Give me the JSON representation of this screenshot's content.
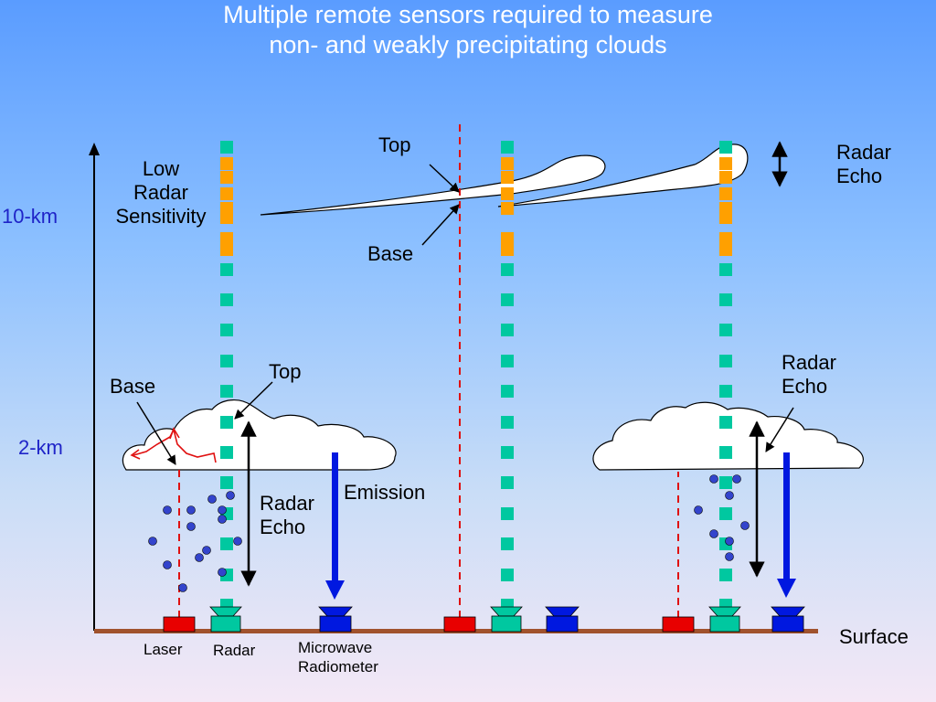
{
  "title": "Multiple remote sensors required to measure\nnon- and weakly precipitating clouds",
  "altitudes": {
    "upper": "10-km",
    "lower": "2-km"
  },
  "surface_label": "Surface",
  "labels": {
    "low_radar_sensitivity": "Low\nRadar\nSensitivity",
    "high_cloud_top": "Top",
    "high_cloud_base": "Base",
    "high_radar_echo": "Radar\nEcho",
    "low_cloud_top": "Top",
    "low_cloud_base": "Base",
    "low_radar_echo_left": "Radar\nEcho",
    "emission": "Emission",
    "low_radar_echo_right": "Radar\nEcho"
  },
  "instruments": {
    "laser": "Laser",
    "radar": "Radar",
    "microwave_radiometer": "Microwave\nRadiometer"
  },
  "colors": {
    "laser": "#ff0000",
    "radar": "#00c8a0",
    "radiometer": "#0018e0",
    "weak_echo": "#ffa000",
    "ground": "#a0522d",
    "drops": "#3344cc",
    "altitude_text": "#1f24c8"
  }
}
